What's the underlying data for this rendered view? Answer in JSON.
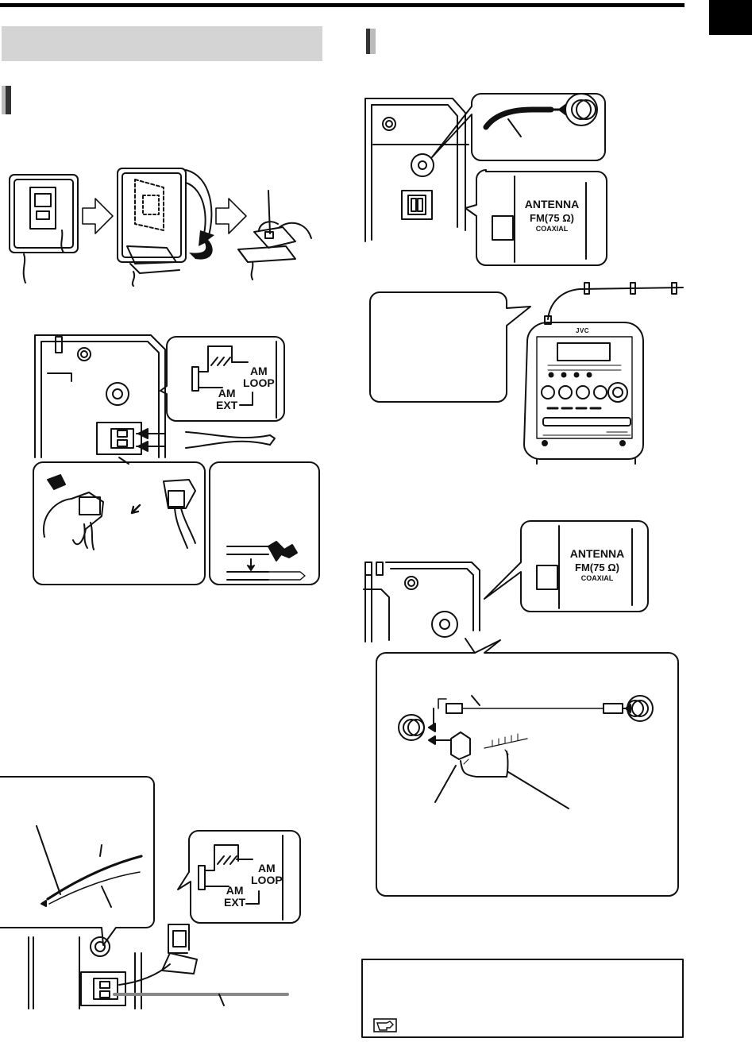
{
  "labels": {
    "antenna": "ANTENNA",
    "fm75": "FM(75 Ω)",
    "coaxial": "COAXIAL",
    "am": "AM",
    "loop": "LOOP",
    "ext": "EXT",
    "brand": "JVC"
  },
  "icons": {
    "reference": "hand-pointing-icon"
  }
}
